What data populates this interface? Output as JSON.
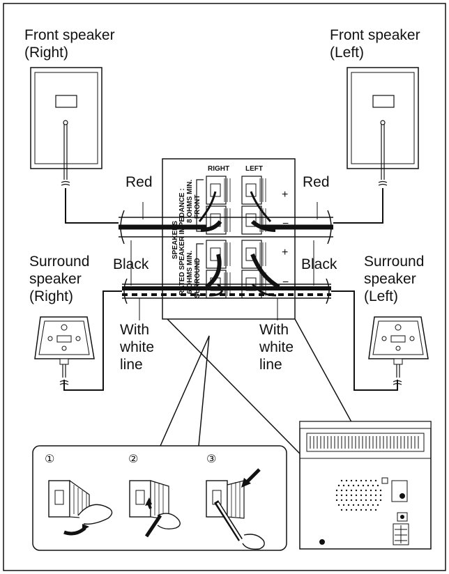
{
  "labels": {
    "front_right_1": "Front speaker",
    "front_right_2": "(Right)",
    "front_left_1": "Front speaker",
    "front_left_2": "(Left)",
    "red_left": "Red",
    "red_right": "Red",
    "black_left": "Black",
    "black_right": "Black",
    "surround_right_1": "Surround",
    "surround_right_2": "speaker",
    "surround_right_3": "(Right)",
    "surround_left_1": "Surround",
    "surround_left_2": "speaker",
    "surround_left_3": "(Left)",
    "white_left_1": "With",
    "white_left_2": "white",
    "white_left_3": "line",
    "white_right_1": "With",
    "white_right_2": "white",
    "white_right_3": "line"
  },
  "terminal": {
    "right": "RIGHT",
    "left": "LEFT",
    "plus": "+",
    "minus": "−",
    "speakers": "SPEAKERS",
    "rated_impedance": "RATED SPEAKER IMPEDANCE :",
    "front_ohms": "8 OHMS MIN.",
    "front": "FRONT",
    "surround_ohms": "6 OHMS MIN.",
    "surround": "SURROUND"
  },
  "steps": [
    "①",
    "②",
    "③"
  ]
}
